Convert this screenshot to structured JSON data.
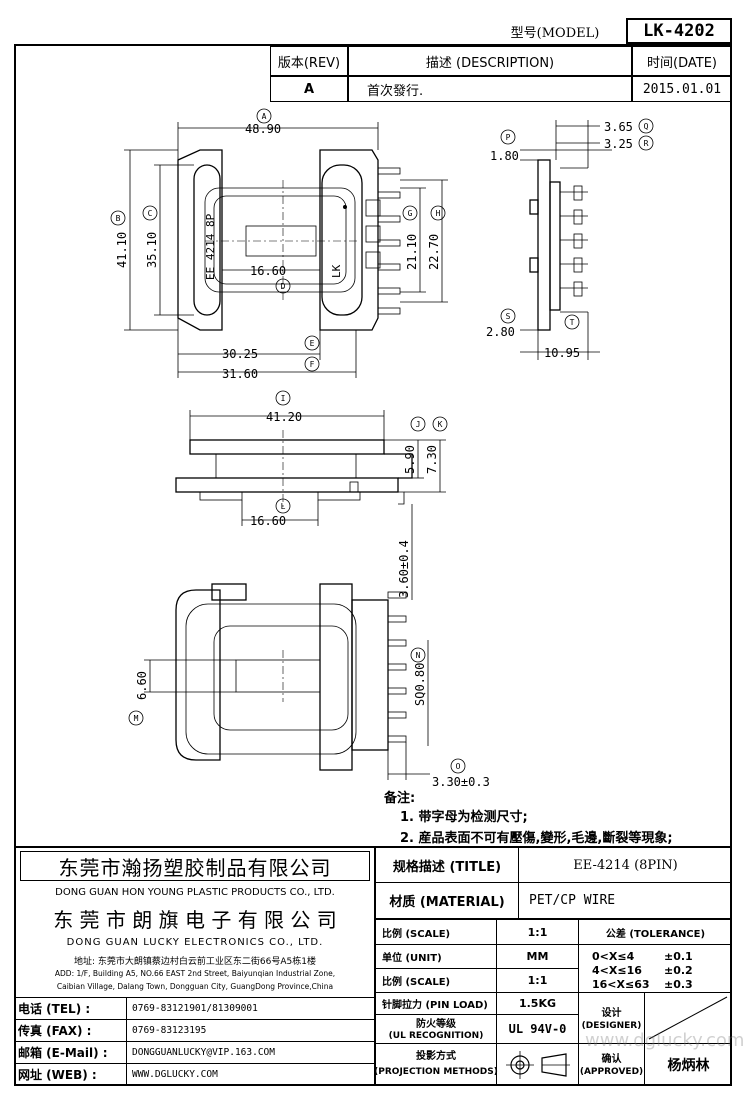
{
  "header": {
    "model_label": "型号(MODEL)",
    "model_value": "LK-4202"
  },
  "revision": {
    "headers": [
      "版本(REV)",
      "描述 (DESCRIPTION)",
      "时间(DATE)"
    ],
    "row": [
      "A",
      "首次發行.",
      "2015.01.01"
    ]
  },
  "dimensions": {
    "A": "48.90",
    "B": "41.10",
    "C": "35.10",
    "D": "16.60",
    "E": "30.25",
    "F": "31.60",
    "G": "21.10",
    "H": "22.70",
    "P": "1.80",
    "Q": "3.65",
    "R": "3.25",
    "S": "2.80",
    "T": "10.95",
    "I": "41.20",
    "J": "5.90",
    "K": "7.30",
    "L": "16.60",
    "pin_height": "3.60±0.4",
    "M": "6.60",
    "N": "SQ0.80",
    "O": "3.30±0.3"
  },
  "marker_letters": [
    "A",
    "B",
    "C",
    "D",
    "E",
    "F",
    "G",
    "H",
    "P",
    "Q",
    "R",
    "S",
    "T",
    "I",
    "J",
    "K",
    "L",
    "M",
    "N",
    "O"
  ],
  "part_marking": {
    "line1": "EE 4214 8P",
    "line2": "LK"
  },
  "notes": {
    "title": "备注:",
    "items": [
      "1. 带字母为检测尺寸;",
      "2. 産品表面不可有壓傷,變形,毛邊,斷裂等現象;"
    ]
  },
  "company": {
    "name1_cn": "东莞市瀚扬塑胶制品有限公司",
    "name1_en": "DONG GUAN HON YOUNG PLASTIC PRODUCTS CO., LTD.",
    "name2_cn": "东 莞 市 朗 旗 电 子 有 限 公 司",
    "name2_en": "DONG GUAN LUCKY ELECTRONICS CO., LTD.",
    "address_cn": "地址: 东莞市大朗镇蔡边村白云前工业区东二街66号A5栋1楼",
    "address_en1": "ADD: 1/F, Building A5, NO.66 EAST 2nd Street, Baiyunqian Industrial Zone,",
    "address_en2": "Caibian Village, Dalang Town, Dongguan City, GuangDong Province,China"
  },
  "contacts": [
    {
      "label": "电话 (TEL) :",
      "value": "0769-83121901/81309001"
    },
    {
      "label": "传真 (FAX) :",
      "value": "0769-83123195"
    },
    {
      "label": "邮箱 (E-Mail) :",
      "value": "DONGGUANLUCKY@VIP.163.COM"
    },
    {
      "label": "网址 (WEB) :",
      "value": "WWW.DGLUCKY.COM"
    }
  ],
  "title_block": {
    "title_label": "规格描述 (TITLE)",
    "title_value": "EE-4214 (8PIN)",
    "material_label": "材质 (MATERIAL)",
    "material_value": "PET/CP WIRE",
    "scale_label": "比例 (SCALE)",
    "scale_value": "1:1",
    "unit_label": "单位 (UNIT)",
    "unit_value": "MM",
    "scale2_label": "比例 (SCALE)",
    "scale2_value": "1:1",
    "pinload_label": "针脚拉力 (PIN LOAD)",
    "pinload_value": "1.5KG",
    "ul_label1": "防火等级",
    "ul_label2": "(UL RECOGNITION)",
    "ul_value": "UL 94V-0",
    "proj_label1": "投影方式",
    "proj_label2": "(PROJECTION METHODS)",
    "tolerance_label": "公差 (TOLERANCE)",
    "tolerances": [
      {
        "range": "0<X≤4",
        "value": "±0.1"
      },
      {
        "range": "4<X≤16",
        "value": "±0.2"
      },
      {
        "range": "16<X≤63",
        "value": "±0.3"
      }
    ],
    "designer_label1": "设计",
    "designer_label2": "(DESIGNER)",
    "approved_label1": "确认",
    "approved_label2": "(APPROVED)",
    "approved_value": "杨炳林"
  },
  "watermark": "www.dglucky.com"
}
